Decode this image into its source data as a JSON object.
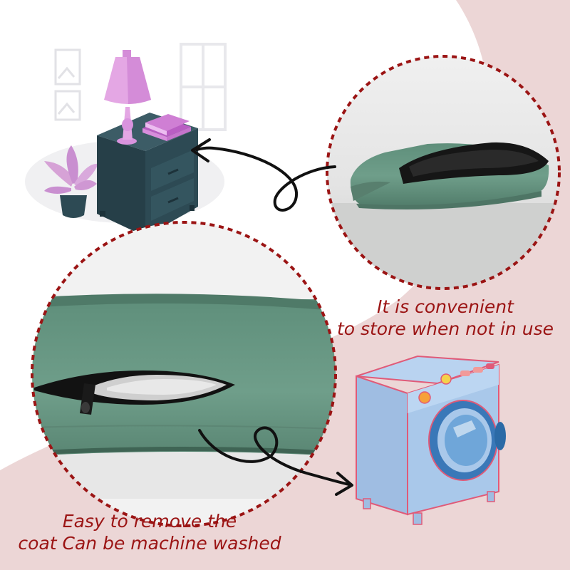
{
  "colors": {
    "accent_red": "#9b1414",
    "bg_pink": "#ecd6d6",
    "fabric_green": "#6b9a86",
    "nightstand": "#2d4a54",
    "lamp_pink": "#e4a7e4",
    "machine_blue": "#a9c8ea"
  },
  "captions": {
    "storage": {
      "line1": "It is convenient",
      "line2": "to store when not in use"
    },
    "washing": {
      "line1": "Easy to remove the",
      "line2": "coat Can be machine washed"
    }
  },
  "icons": [
    "nightstand-illustration",
    "folded-cushion-photo",
    "zipper-closeup-photo",
    "washing-machine-illustration",
    "curly-arrow-icon"
  ]
}
